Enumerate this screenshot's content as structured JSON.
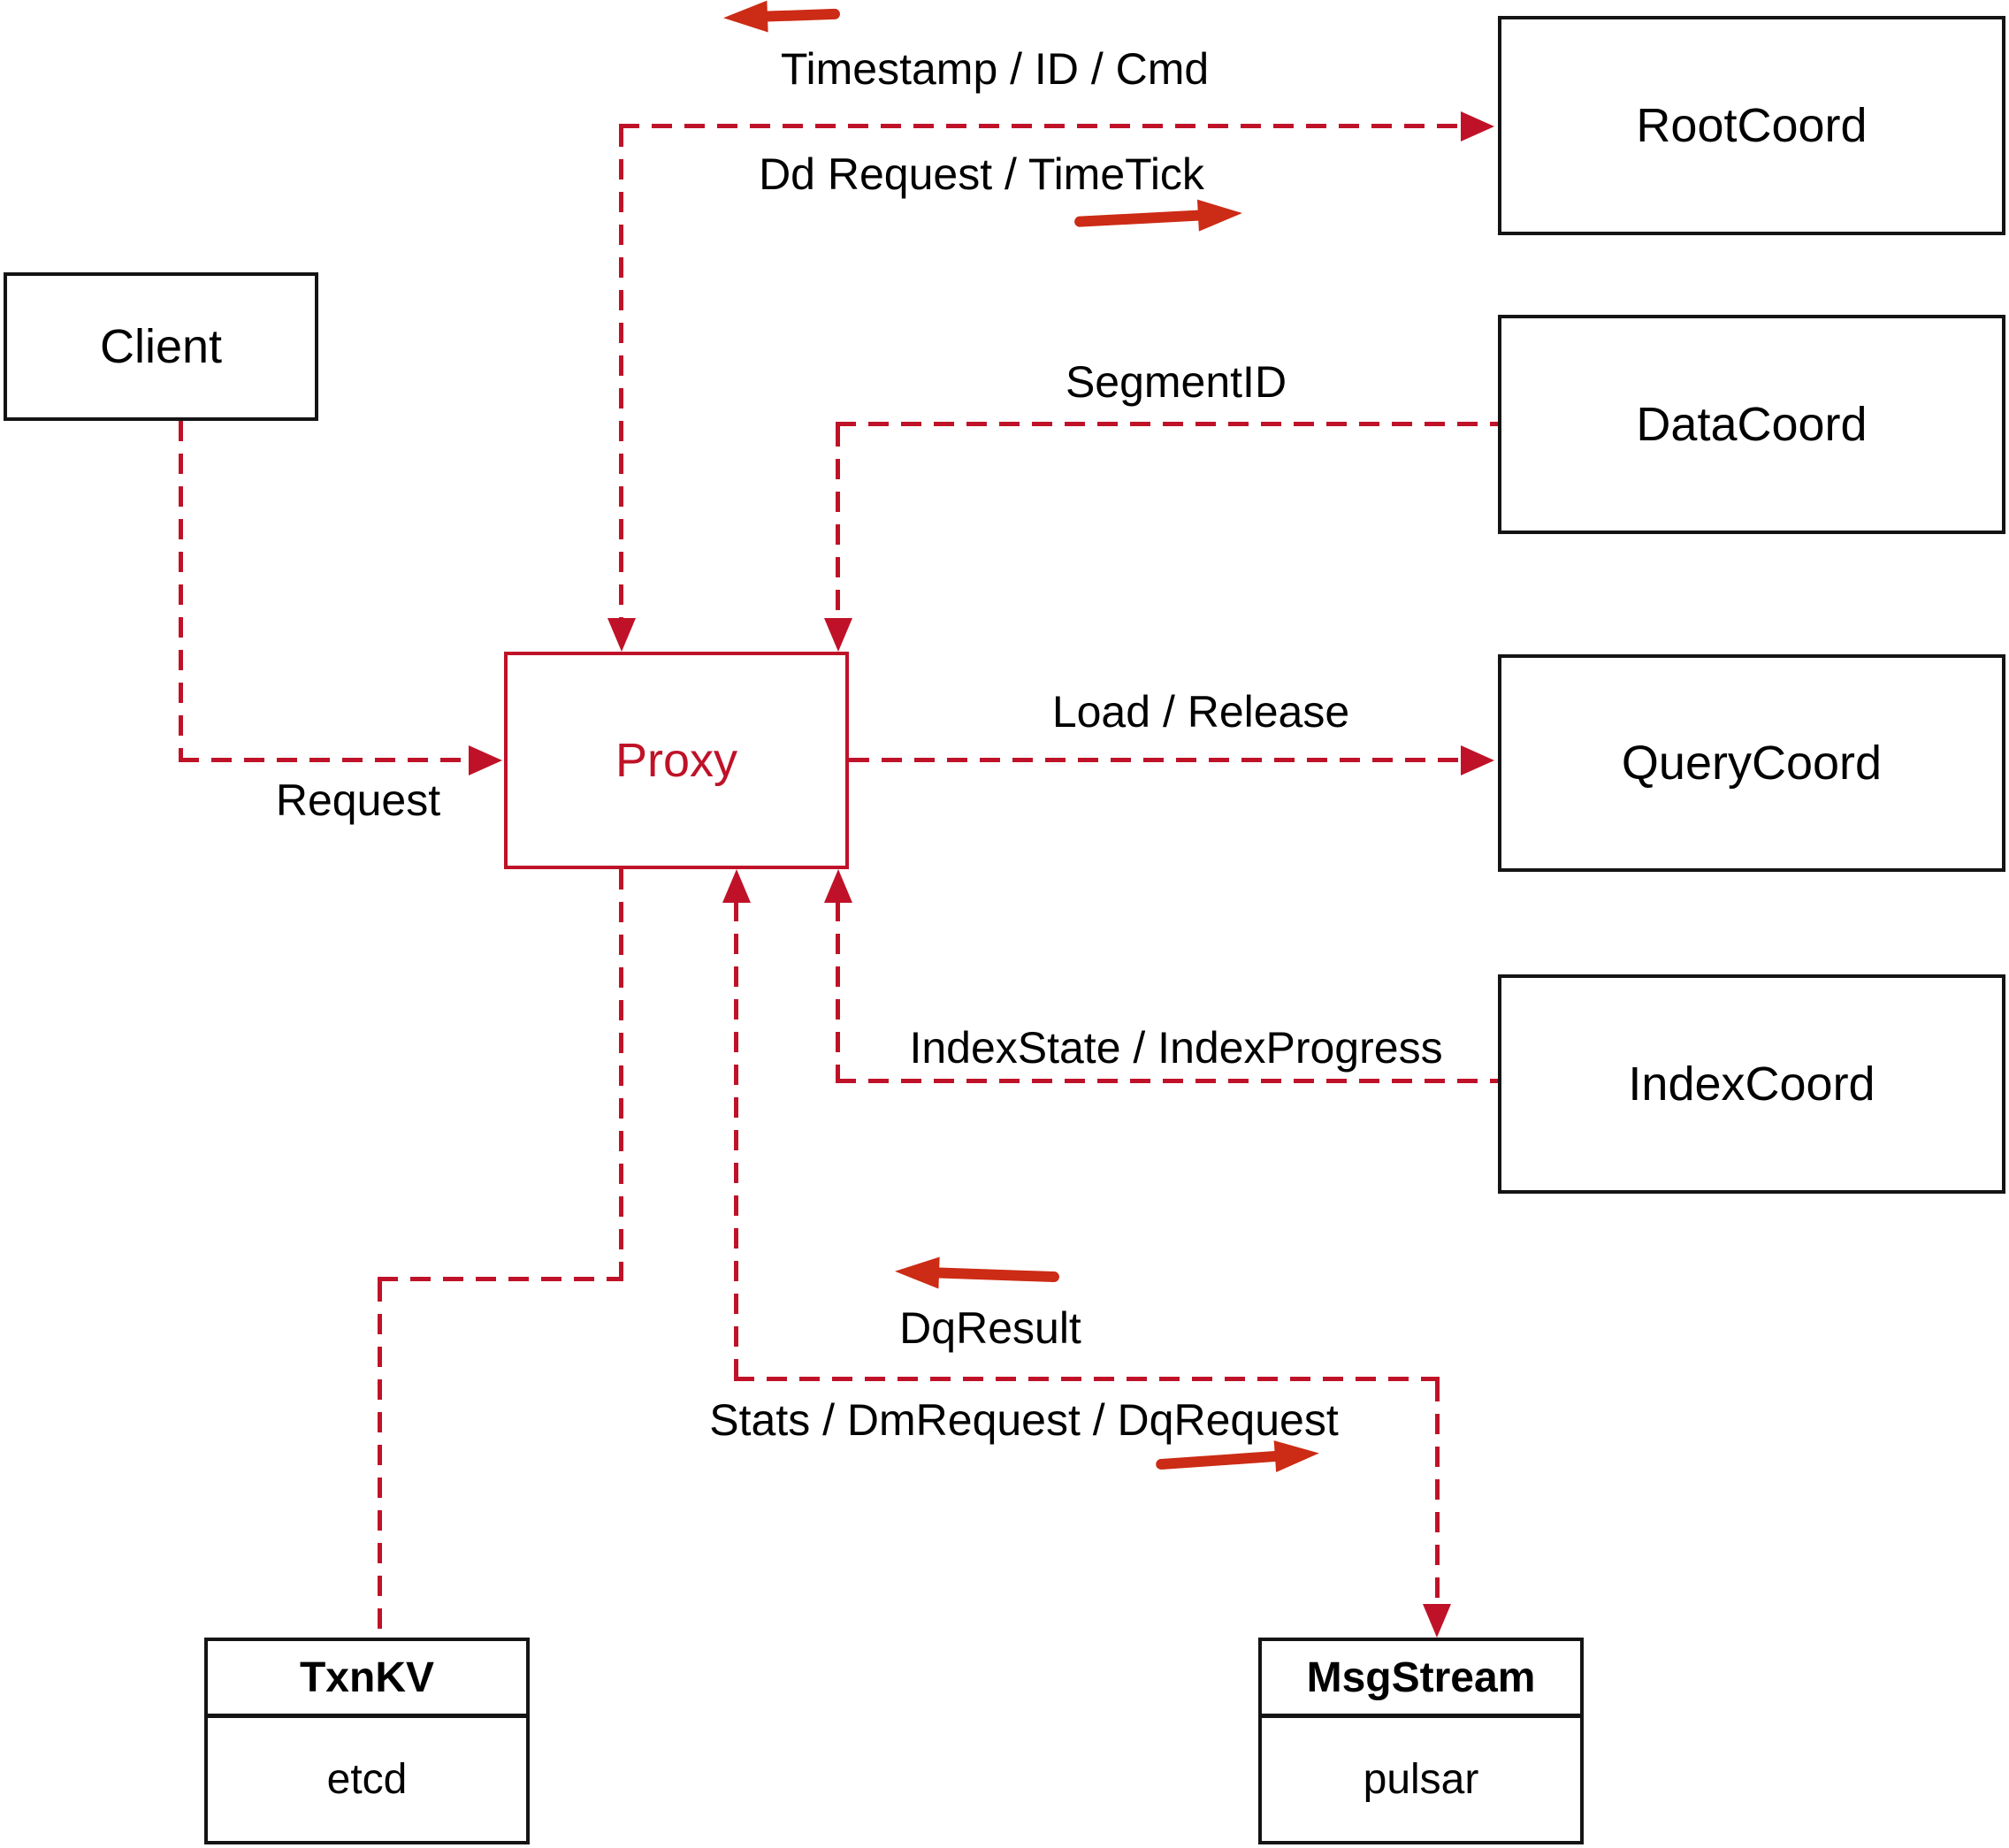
{
  "colors": {
    "line_red": "#bf1228",
    "arrow_red": "#cc2b15",
    "box_border": "#141414",
    "text": "#000000",
    "background": "#ffffff"
  },
  "nodes": {
    "client": {
      "label": "Client"
    },
    "proxy": {
      "label": "Proxy"
    },
    "root_coord": {
      "label": "RootCoord"
    },
    "data_coord": {
      "label": "DataCoord"
    },
    "query_coord": {
      "label": "QueryCoord"
    },
    "index_coord": {
      "label": "IndexCoord"
    },
    "txn_kv": {
      "title": "TxnKV",
      "body": "etcd"
    },
    "msg_stream": {
      "title": "MsgStream",
      "body": "pulsar"
    }
  },
  "edge_labels": {
    "client_to_proxy": "Request",
    "rootcoord_to_proxy": "Timestamp / ID / Cmd",
    "proxy_to_rootcoord": "Dd Request / TimeTick",
    "datacoord_to_proxy": "SegmentID",
    "proxy_to_querycoord": "Load / Release",
    "indexcoord_to_proxy": "IndexState / IndexProgress",
    "msgstream_to_proxy": "DqResult",
    "proxy_to_msgstream": "Stats / DmRequest / DqRequest"
  },
  "icons": {
    "rootcoord_reply_arrow": "thick-arrow-left",
    "rootcoord_send_arrow": "thick-arrow-right",
    "msgstream_reply_arrow": "thick-arrow-left",
    "msgstream_send_arrow": "thick-arrow-right"
  }
}
